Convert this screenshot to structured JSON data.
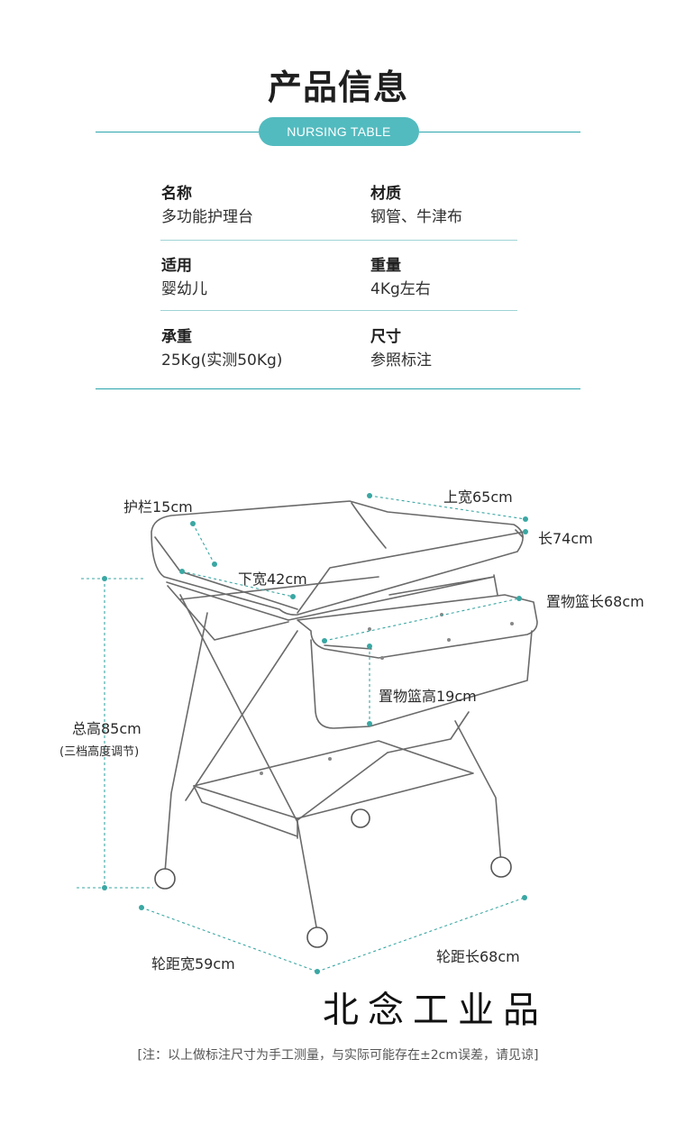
{
  "header": {
    "title": "产品信息",
    "badge": "NURSING TABLE"
  },
  "specs": [
    {
      "label": "名称",
      "value": "多功能护理台"
    },
    {
      "label": "材质",
      "value": "钢管、牛津布"
    },
    {
      "label": "适用",
      "value": "婴幼儿"
    },
    {
      "label": "重量",
      "value": "4Kg左右"
    },
    {
      "label": "承重",
      "value": "25Kg(实测50Kg)"
    },
    {
      "label": "尺寸",
      "value": "参照标注"
    }
  ],
  "dimensions": {
    "rail": "护栏15cm",
    "top_width": "上宽65cm",
    "length": "长74cm",
    "bottom_width": "下宽42cm",
    "basket_length": "置物篮长68cm",
    "basket_height": "置物篮高19cm",
    "total_height": "总高85cm",
    "height_note": "(三档高度调节)",
    "wheel_width": "轮距宽59cm",
    "wheel_length": "轮距长68cm"
  },
  "brand": "北念工业品",
  "note": "[注：以上做标注尺寸为手工测量，与实际可能存在±2cm误差，请见谅]",
  "colors": {
    "accent": "#52bbbf",
    "line": "#2aa5ad",
    "dim_dots": "#3aa7a3"
  }
}
